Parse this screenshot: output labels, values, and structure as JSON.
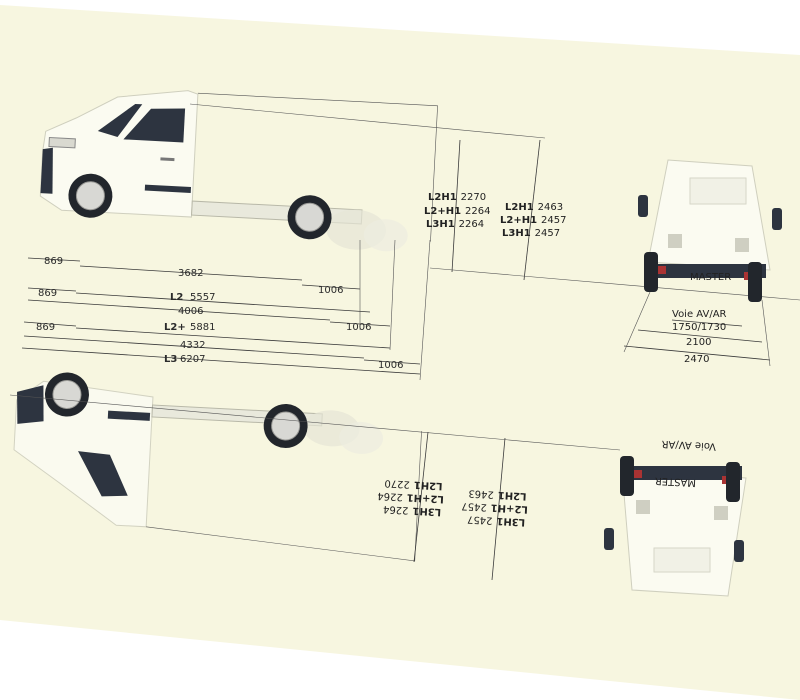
{
  "bg_color": "#f7f6e0",
  "top_lengths": {
    "row1": {
      "a": "869",
      "b": "3682",
      "c": "1006"
    },
    "row2": {
      "a": "869",
      "label": "L2",
      "total": "5557"
    },
    "row3": {
      "a": "4006",
      "c": "1006"
    },
    "row4": {
      "a": "869",
      "label": "L2+",
      "total": "5881"
    },
    "row5": {
      "a": "4332"
    },
    "row6": {
      "label": "L3",
      "total": "6207",
      "c": "1006"
    }
  },
  "heights_left": [
    {
      "code": "L2H1",
      "value": "2270"
    },
    {
      "code": "L2+H1",
      "value": "2264"
    },
    {
      "code": "L3H1",
      "value": "2264"
    }
  ],
  "heights_right": [
    {
      "code": "L2H1",
      "value": "2463"
    },
    {
      "code": "L2+H1",
      "value": "2457"
    },
    {
      "code": "L3H1",
      "value": "2457"
    }
  ],
  "rear": {
    "track_label": "Voie AV/AR",
    "track_value": "1750/1730",
    "width_body": "2100",
    "width_mirrors": "2470",
    "badge": "MASTER"
  },
  "mirrored": {
    "heights_left": [
      {
        "code": "L3H1",
        "value": "2264"
      },
      {
        "code": "L2+H1",
        "value": "2264"
      },
      {
        "code": "L2H1",
        "value": "2270"
      }
    ],
    "heights_right": [
      {
        "code": "L3H1",
        "value": "2457"
      },
      {
        "code": "L2+H1",
        "value": "2457"
      },
      {
        "code": "L2H1",
        "value": "2463"
      }
    ],
    "track_label": "Voie AV/AR",
    "badge": "MASTER"
  }
}
